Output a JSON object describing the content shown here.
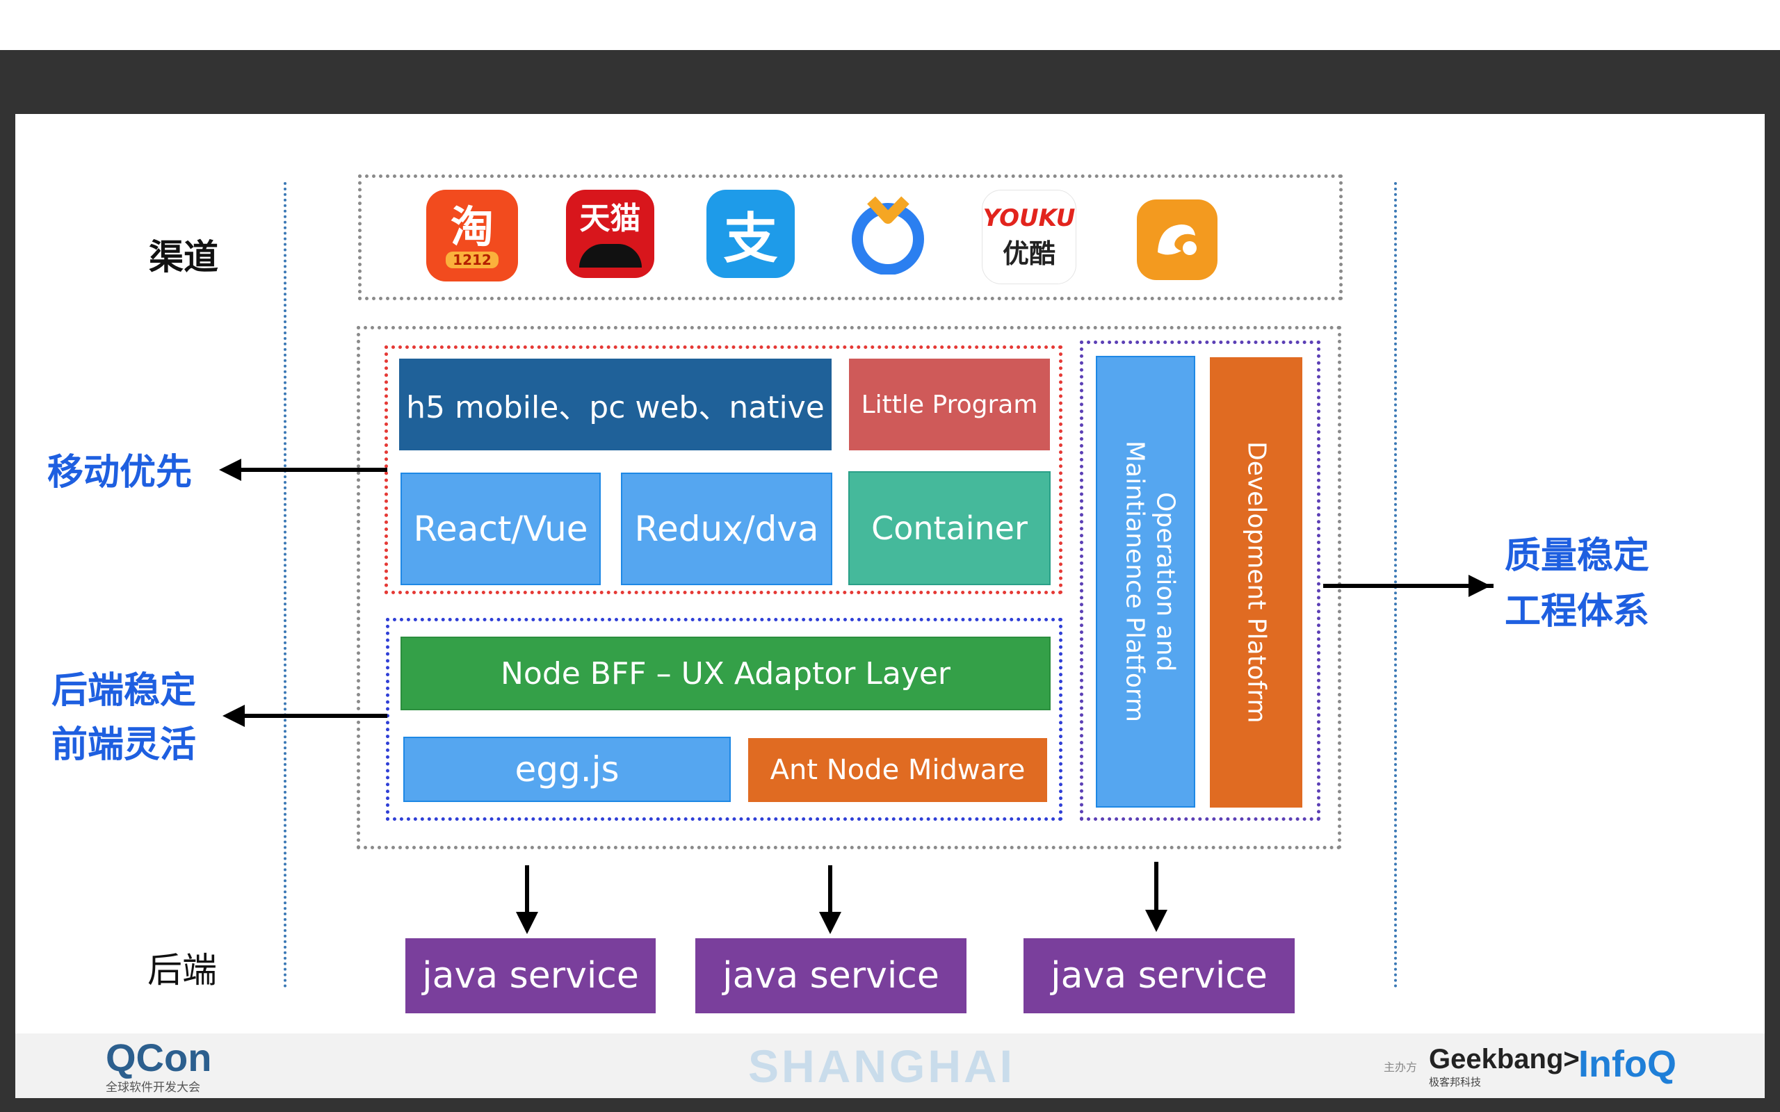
{
  "labels": {
    "channel": "渠道",
    "mobile_first": "移动优先",
    "backend_frontend": [
      "后端稳定",
      "前端灵活"
    ],
    "quality": [
      "质量稳定",
      "工程体系"
    ],
    "backend": "后端"
  },
  "channel_icons": [
    {
      "name": "taobao-icon",
      "text": "淘",
      "sub": "1212",
      "color": "#f24b1e"
    },
    {
      "name": "tmall-icon",
      "text": "天猫",
      "color": "#d8161c"
    },
    {
      "name": "alipay-icon",
      "text": "支",
      "color": "#1e9be9"
    },
    {
      "name": "ring-icon",
      "text": "",
      "color": "#2b7ff0"
    },
    {
      "name": "youku-icon",
      "text": "优酷",
      "sub": "YOUKU",
      "color": "#ffffff"
    },
    {
      "name": "uc-browser-icon",
      "text": "",
      "color": "#f39a1f"
    }
  ],
  "blocks": {
    "h5": "h5 mobile、pc web、native",
    "little_program": "Little Program",
    "react": "React/Vue",
    "redux": "Redux/dva",
    "container": "Container",
    "node_bff": "Node BFF – UX Adaptor Layer",
    "egg": "egg.js",
    "ant_node": "Ant Node Midware",
    "ops_platform": "Operation and Maintianence Platform",
    "dev_platform": "Development Platofrm"
  },
  "services": [
    "java service",
    "java service",
    "java service"
  ],
  "footer": {
    "qcon": "QCon",
    "qcon_sub": "全球软件开发大会",
    "city": "SHANGHAI",
    "host": "主办方",
    "geekbang": "Geekbang>.",
    "geekbang_sub": "极客邦科技",
    "infoq": "InfoQ"
  },
  "colors": {
    "dark_blue": "#1f6199",
    "light_blue": "#55a6f0",
    "red": "#cf5a59",
    "teal": "#45b99b",
    "green": "#34a048",
    "orange": "#e06b22",
    "purple": "#7a3f9c",
    "label_blue": "#1e5fe0"
  }
}
